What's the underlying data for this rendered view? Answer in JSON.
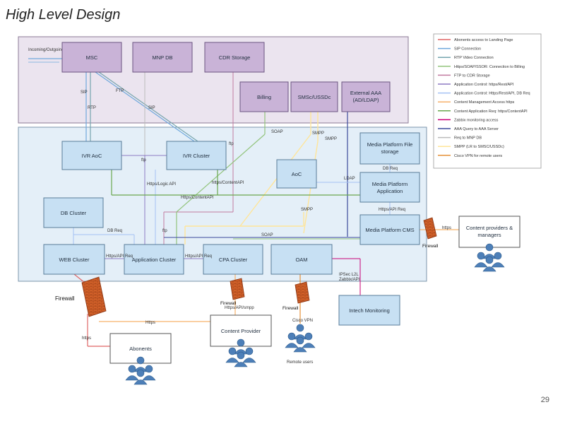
{
  "slide": {
    "title": "High Level Design",
    "page_number": "29"
  },
  "colors": {
    "top_zone_fill": "#ebe4ef",
    "mid_zone_fill": "#e4eff8",
    "purple_box": "#c9b3d7",
    "blue_box": "#c7e0f3",
    "firewall": "#d9652b",
    "user_icon": "#4d7fb8"
  },
  "top_zone": {
    "incoming_label": "Incoming/Outgoing Signaling&Voice",
    "msc": "MSC",
    "mnp_db": "MNP DB",
    "cdr_storage": "CDR Storage",
    "billing": "Billing",
    "smsc_ussdc": "SMSc/USSDc",
    "external_aaa_line1": "External AAA",
    "external_aaa_line2": "(AD/LDAP)"
  },
  "mid_zone": {
    "ivr_aoc": "IVR AoC",
    "ivr_cluster": "IVR Cluster",
    "media_storage_line1": "Media Platform File",
    "media_storage_line2": "storage",
    "aoc": "AoC",
    "media_app_line1": "Media Platform",
    "media_app_line2": "Application",
    "db_cluster": "DB Cluster",
    "media_cms": "Media Platform CMS",
    "web_cluster": "WEB Cluster",
    "application_cluster": "Application Cluster",
    "cpa_cluster": "CPA Cluster",
    "oam": "OAM"
  },
  "external": {
    "firewall": "Firewall",
    "content_providers_line1": "Content providers &",
    "content_providers_line2": "managers",
    "content_provider": "Content Provider",
    "abonents": "Abonents",
    "remote_users": "Remote users",
    "intech_monitoring": "Intech Monitoring"
  },
  "edge_labels": {
    "sip": "SIP",
    "rtp": "RTP",
    "ftp": "FTP",
    "sip2": "SIP",
    "ftp2": "ftp",
    "soap": "SOAP",
    "smpp1": "SMPP",
    "smpp2": "SMPP",
    "ldap": "LDAP",
    "db_req1": "DB Req",
    "db_req2": "DB Req",
    "https_api_req1": "Https/API Req",
    "https_api_req2": "Https/API Req",
    "https_api_req3": "Https/API Req",
    "https_logic_api": "Https/Logic API",
    "https_content_api1": "https/ContentAPI",
    "https_content_api2": "Https/ContentAPI",
    "smpp3": "SMPP",
    "ssoap": "SOAP",
    "https": "https",
    "https_api_smpp": "Https/API/smpp",
    "cisco_vpn": "Cisco VPN",
    "ipsec": "IPSec L2L",
    "zabbix": "Zabbix/API",
    "https2": "Https",
    "http_abon": "https",
    "ftp3": "ftp",
    "ftp4": "ftp"
  },
  "legend": [
    {
      "label": "Abonents access to Landing Page",
      "color": "#e06666"
    },
    {
      "label": "SIP Connection",
      "color": "#6fa8dc"
    },
    {
      "label": "RTP Video Connection",
      "color": "#76a5af"
    },
    {
      "label": "Https/SOAP/SSOR: Connection to Billing",
      "color": "#93c47d"
    },
    {
      "label": "FTP to CDR Storage",
      "color": "#c27ba0"
    },
    {
      "label": "Application Control: https/Rest/API",
      "color": "#8e7cc3"
    },
    {
      "label": "Application Control: Https/Rest/API, DB Req",
      "color": "#a4c2f4"
    },
    {
      "label": "Content Management Access https",
      "color": "#f6b26b"
    },
    {
      "label": "Content Application Req: https/ContentAPI",
      "color": "#6aa84f"
    },
    {
      "label": "Zabbix monitoring access",
      "color": "#c90076"
    },
    {
      "label": "AAA Query to AAA Server",
      "color": "#3c4a9c"
    },
    {
      "label": "Req to MNP DB",
      "color": "#bbbbbb"
    },
    {
      "label": "SMPP (LR to SMSC/USSDc)",
      "color": "#ffe599"
    },
    {
      "label": "Cisco VPN for remote users",
      "color": "#e69138"
    }
  ]
}
